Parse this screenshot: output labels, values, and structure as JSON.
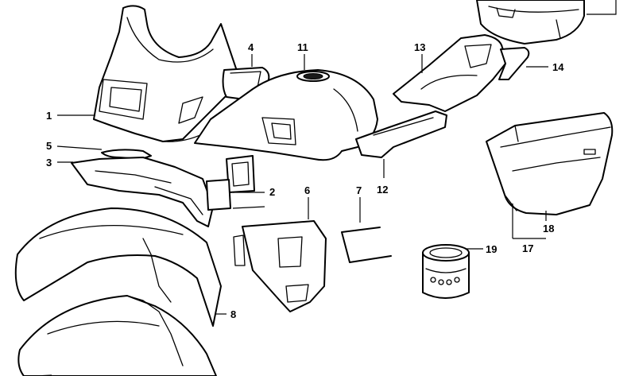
{
  "callouts": [
    {
      "id": "c1",
      "label": "1"
    },
    {
      "id": "c2",
      "label": "2"
    },
    {
      "id": "c3",
      "label": "3"
    },
    {
      "id": "c4",
      "label": "4"
    },
    {
      "id": "c5",
      "label": "5"
    },
    {
      "id": "c6",
      "label": "6"
    },
    {
      "id": "c7",
      "label": "7"
    },
    {
      "id": "c8",
      "label": "8"
    },
    {
      "id": "c11",
      "label": "11"
    },
    {
      "id": "c12",
      "label": "12"
    },
    {
      "id": "c13",
      "label": "13"
    },
    {
      "id": "c14",
      "label": "14"
    },
    {
      "id": "c17",
      "label": "17"
    },
    {
      "id": "c18",
      "label": "18"
    },
    {
      "id": "c19",
      "label": "19"
    }
  ]
}
